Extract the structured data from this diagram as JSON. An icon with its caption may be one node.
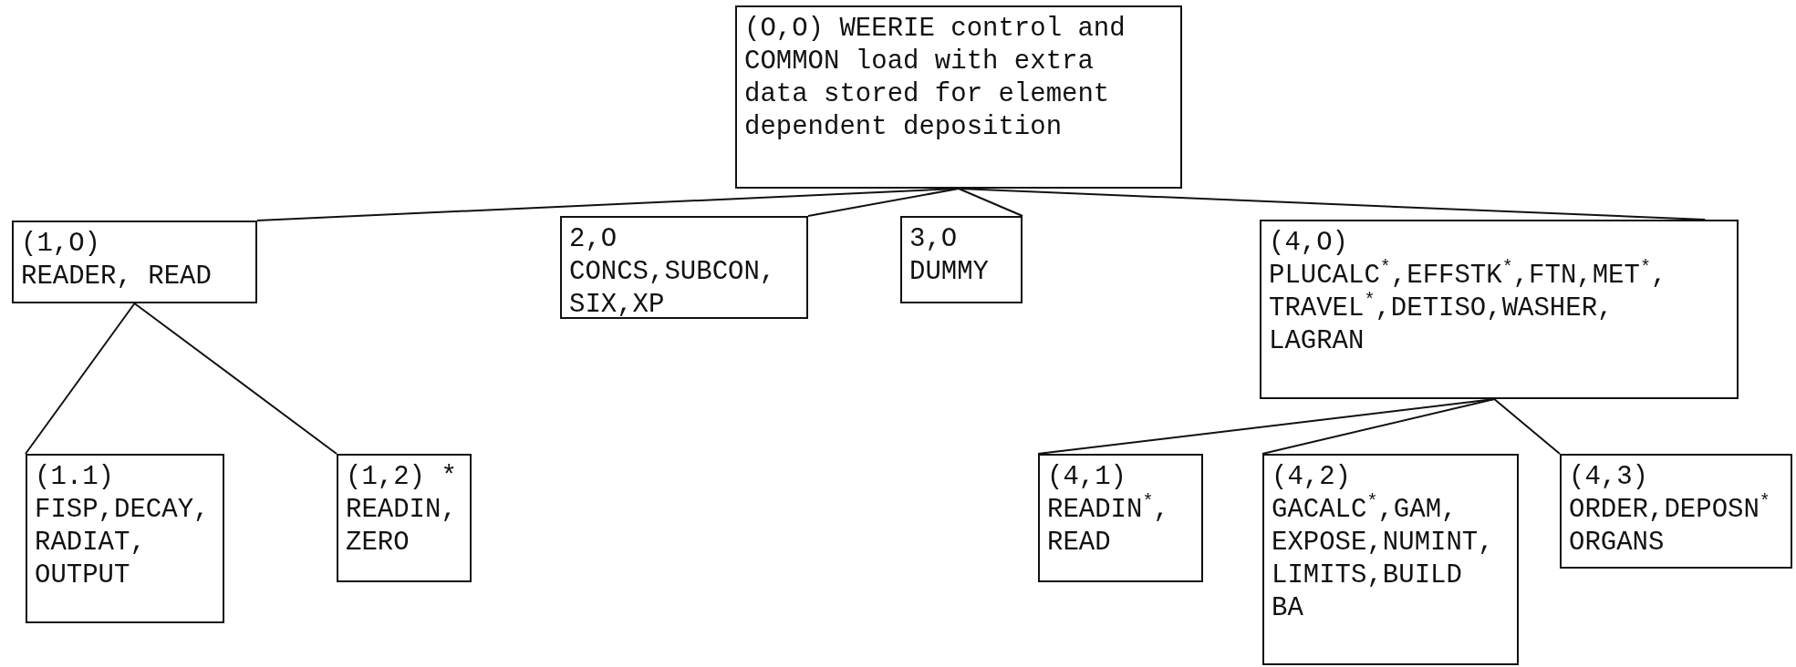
{
  "diagram": {
    "nodes": [
      {
        "text": [
          "(O,O) WEERIE control and COMMON load with extra data stored for element dependent deposition"
        ]
      },
      {
        "text": [
          "(1,O)",
          "READER, READ"
        ]
      },
      {
        "text": [
          "2,O",
          "CONCS,SUBCON, SIX,XP"
        ]
      },
      {
        "text": [
          "3,O",
          "DUMMY"
        ]
      },
      {
        "text": [
          "(4,O)",
          "PLUCALC$^{*}$,EFFSTK$^{*}$,FTN,MET$^{*}$, TRAVEL$^{*}$,DETISO,WASHER, LAGRAN"
        ]
      },
      {
        "text": [
          "(1.1)",
          "FISP,DECAY, RADIAT, OUTPUT"
        ]
      },
      {
        "text": [
          "(1,2) *",
          "READIN, ZERO"
        ]
      },
      {
        "text": [
          "(4,1)",
          "READIN$^{*}$, READ"
        ]
      },
      {
        "text": [
          "(4,2)",
          "GACALC$^{*}$,GAM, EXPOSE,NUMINT, LIMITS,BUILD BA"
        ]
      },
      {
        "text": [
          "(4,3)",
          "ORDER,DEPOSN$^{*}$ ORGANS"
        ]
      }
    ],
    "edges": [
      {
        "from": 0,
        "to": 1,
        "arrow": "none"
      },
      {
        "from": 0,
        "to": 2,
        "arrow": "none"
      },
      {
        "from": 0,
        "to": 3,
        "arrow": "none"
      },
      {
        "from": 0,
        "to": 4,
        "arrow": "none"
      },
      {
        "from": 1,
        "to": 5,
        "arrow": "none"
      },
      {
        "from": 1,
        "to": 6,
        "arrow": "none"
      },
      {
        "from": 4,
        "to": 7,
        "arrow": "none"
      },
      {
        "from": 4,
        "to": 8,
        "arrow": "none"
      },
      {
        "from": 4,
        "to": 9,
        "arrow": "none"
      }
    ]
  }
}
